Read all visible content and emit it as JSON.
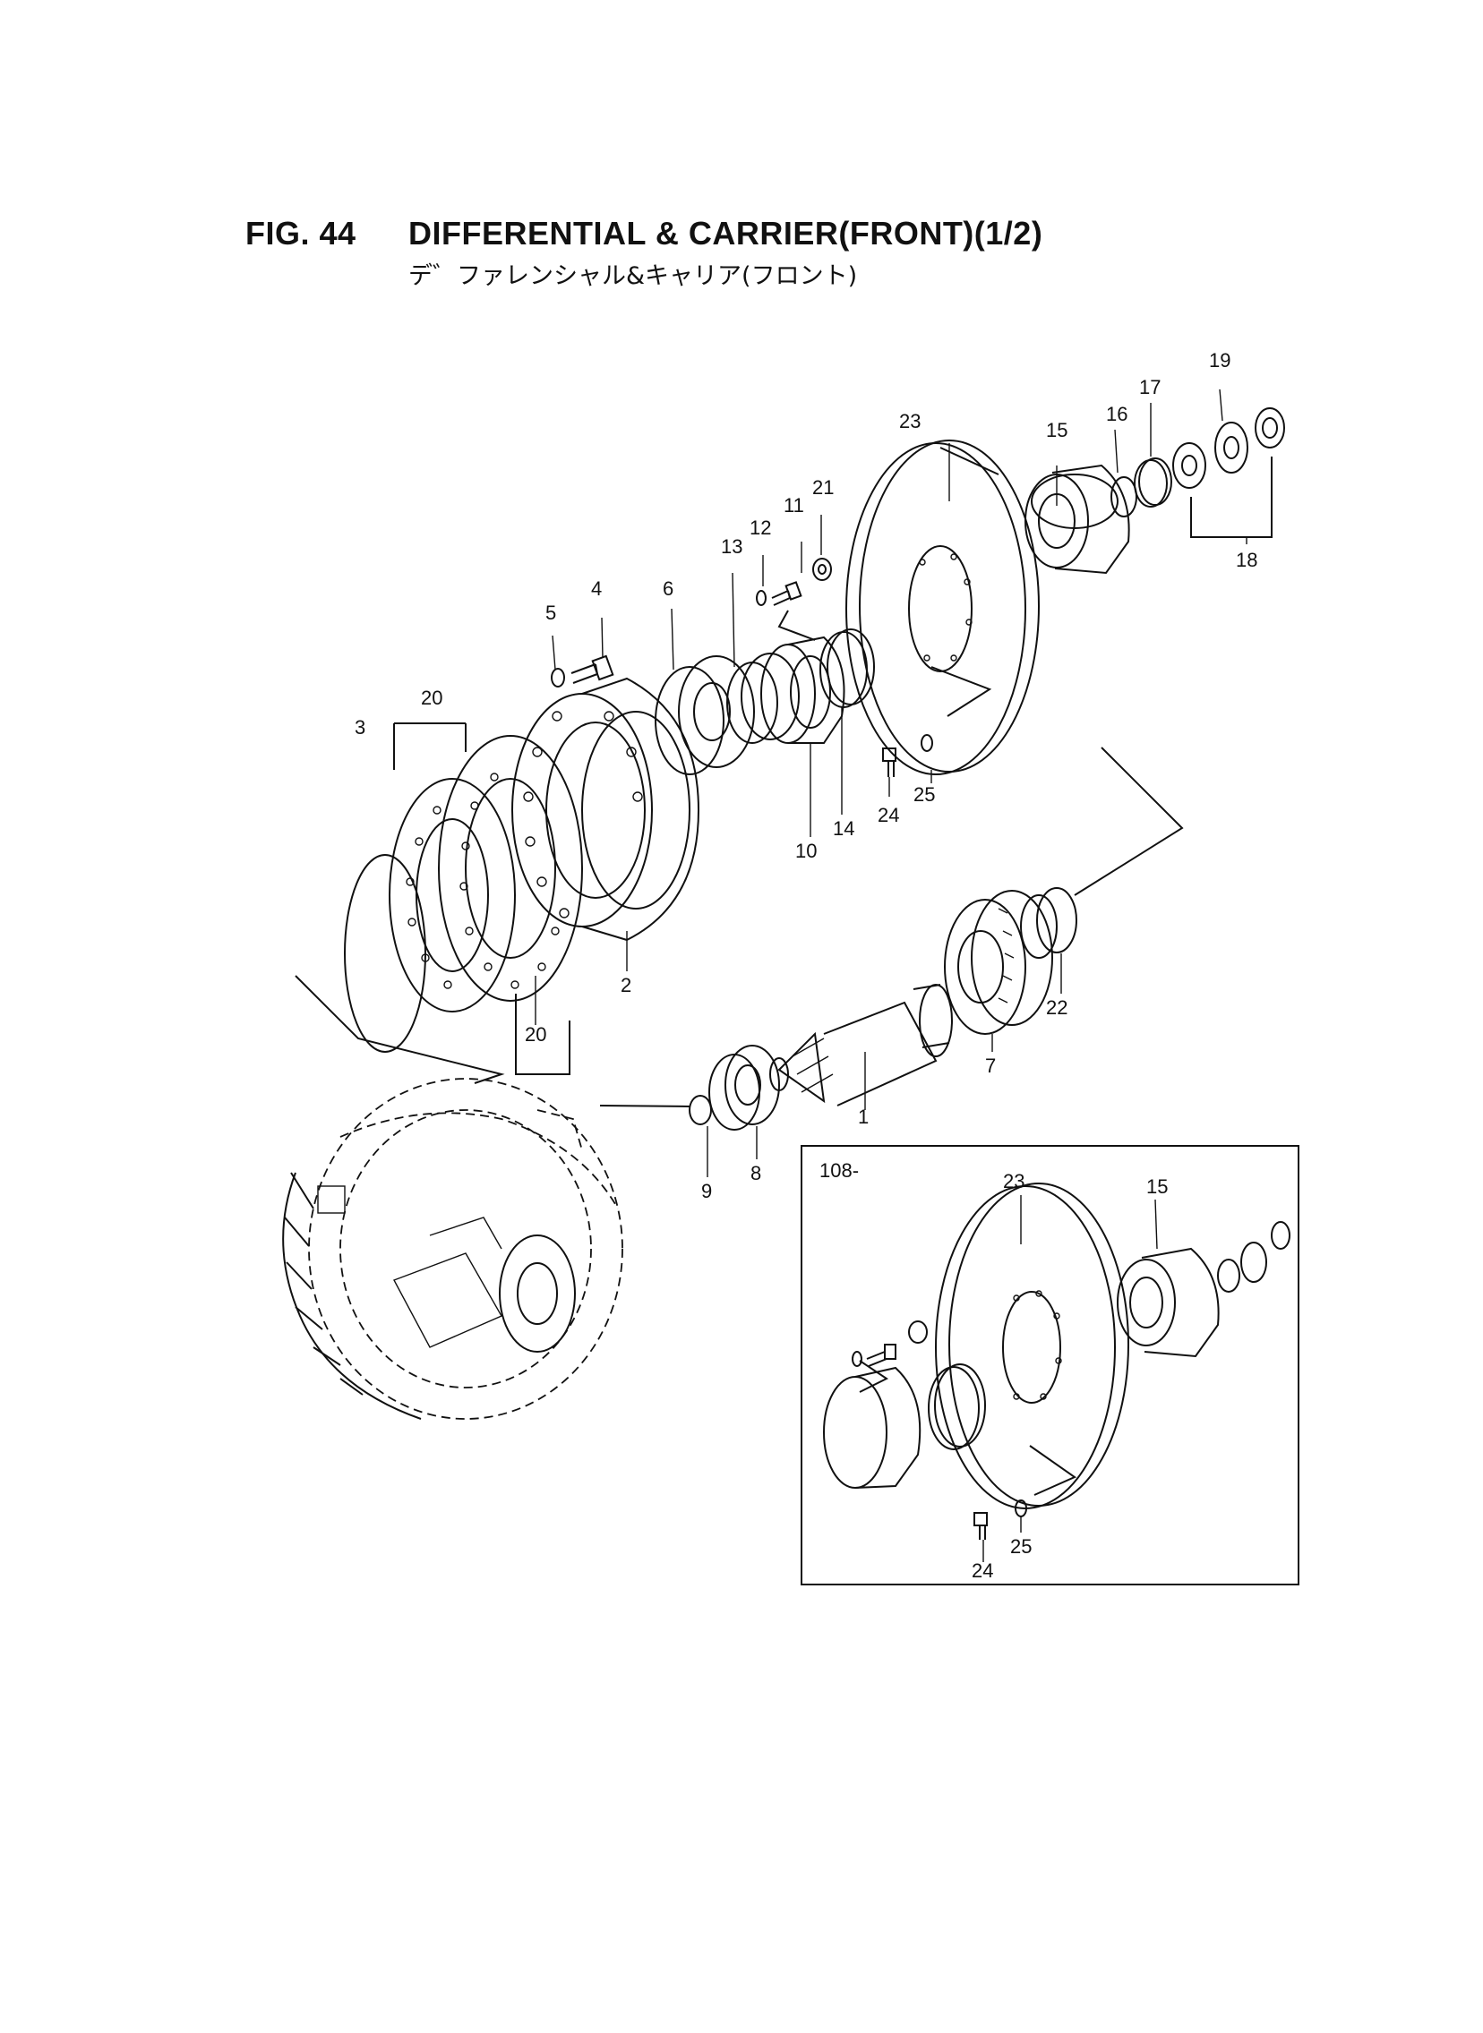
{
  "figure": {
    "number": "FIG. 44",
    "title": "DIFFERENTIAL & CARRIER(FRONT)(1/2)",
    "subtitle_ja": "デ゛ファレンシャル&キャリア(フロント)"
  },
  "main_callouts": [
    {
      "id": "1",
      "label": "1"
    },
    {
      "id": "2",
      "label": "2"
    },
    {
      "id": "3",
      "label": "3"
    },
    {
      "id": "4",
      "label": "4"
    },
    {
      "id": "5",
      "label": "5"
    },
    {
      "id": "6",
      "label": "6"
    },
    {
      "id": "7",
      "label": "7"
    },
    {
      "id": "8",
      "label": "8"
    },
    {
      "id": "9",
      "label": "9"
    },
    {
      "id": "10",
      "label": "10"
    },
    {
      "id": "11",
      "label": "11"
    },
    {
      "id": "12",
      "label": "12"
    },
    {
      "id": "13",
      "label": "13"
    },
    {
      "id": "14",
      "label": "14"
    },
    {
      "id": "15",
      "label": "15"
    },
    {
      "id": "16",
      "label": "16"
    },
    {
      "id": "17",
      "label": "17"
    },
    {
      "id": "18",
      "label": "18"
    },
    {
      "id": "19",
      "label": "19"
    },
    {
      "id": "20a",
      "label": "20"
    },
    {
      "id": "20b",
      "label": "20"
    },
    {
      "id": "21",
      "label": "21"
    },
    {
      "id": "22",
      "label": "22"
    },
    {
      "id": "23",
      "label": "23"
    },
    {
      "id": "24",
      "label": "24"
    },
    {
      "id": "25",
      "label": "25"
    }
  ],
  "inset": {
    "serial_label": "108-",
    "callouts": [
      {
        "id": "i23",
        "label": "23"
      },
      {
        "id": "i15",
        "label": "15"
      },
      {
        "id": "i24",
        "label": "24"
      },
      {
        "id": "i25",
        "label": "25"
      }
    ]
  }
}
